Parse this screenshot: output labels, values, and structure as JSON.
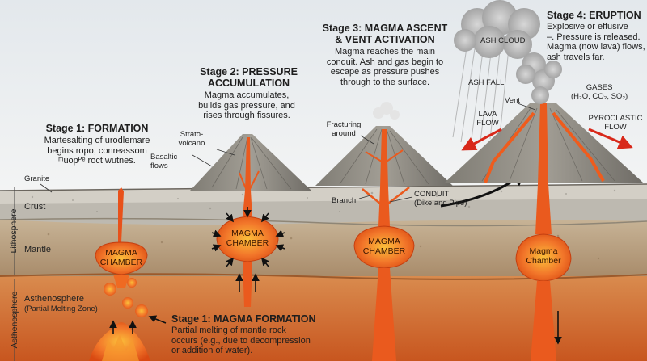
{
  "stage1": {
    "title": "Stage 1: FORMATION",
    "desc_lines": [
      "Martesalting of urodlemare",
      "begins ropo, conreassom",
      "ᵐuopᴾᵉ roct wutnes."
    ]
  },
  "stage2": {
    "title_lines": [
      "Stage 2: PRESSURE",
      "ACCUMULATION"
    ],
    "desc_lines": [
      "Magma accumulates,",
      "builds gas pressure, and",
      "rises through fissures."
    ]
  },
  "stage3": {
    "title_lines": [
      "Stage 3: MAGMA ASCENT",
      "& VENT ACTIVATION"
    ],
    "desc_lines": [
      "Magma reaches the main",
      "conduit. Ash and gas begin to",
      "escape as pressure pushes",
      "through to the surface."
    ]
  },
  "stage4": {
    "title": "Stage 4: ERUPTION",
    "desc_lines": [
      "Explosive or effusive",
      "–. Pressure is released.",
      "Magma (now lava) flows,",
      "ash travels far."
    ]
  },
  "bottom_stage": {
    "title": "Stage 1: MAGMA FORMATION",
    "desc_lines": [
      "Partial melting of mantle rock",
      "occurs (e.g., due to decompression",
      "or addition of water)."
    ]
  },
  "layers": {
    "granite": "Granite",
    "crust": "Crust",
    "mantle": "Mantle",
    "asthenosphere": "Asthenosphere",
    "partial_melting": "(Partial Melting Zone)",
    "lithosphere_side": "Lithosphere",
    "asthenosphere_side": "Asthenosphere"
  },
  "labels": {
    "strato_lines": [
      "Strato-",
      "volcano"
    ],
    "basaltic_lines": [
      "Basaltic",
      "flows"
    ],
    "fracturing_lines": [
      "Fracturing",
      "around"
    ],
    "branch": "Branch",
    "conduit_lines": [
      "CONDUIT",
      "(Dike and Pipe)"
    ],
    "ash_cloud": "ASH CLOUD",
    "ash_fall": "ASH FALL",
    "vent": "Vent",
    "gases": "GASES",
    "gases_formula": "(H₂O, CO₂, SO₂)",
    "lava_flow_lines": [
      "LAVA",
      "FLOW"
    ],
    "pyroclastic_lines": [
      "PYROCLASTIC",
      "FLOW"
    ]
  },
  "chambers": {
    "c1_lines": [
      "MAGMA",
      "CHAMBER"
    ],
    "c2_lines": [
      "MAGMA",
      "CHAMBER"
    ],
    "c3_lines": [
      "MAGMA",
      "CHAMBER"
    ],
    "c4_lines": [
      "Magma",
      "Chamber"
    ]
  },
  "colors": {
    "sky": "#e9edf0",
    "crust": "#b9b6ad",
    "mantle": "#b89f7f",
    "asthenosphere": "#d98a4a",
    "magma": "#f0641c",
    "volcano": "#8d8a82"
  }
}
